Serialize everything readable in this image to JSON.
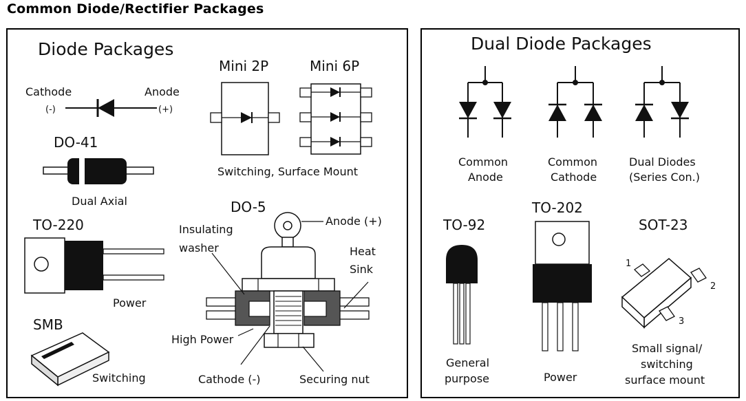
{
  "title": "Common Diode/Rectifier Packages",
  "left_panel": {
    "heading": "Diode Packages",
    "symbol": {
      "cathode": "Cathode",
      "cathode_sign": "(-)",
      "anode": "Anode",
      "anode_sign": "(+)"
    },
    "do41": {
      "name": "DO-41",
      "caption": "Dual Axial"
    },
    "to220": {
      "name": "TO-220",
      "caption": "Power"
    },
    "smb": {
      "name": "SMB",
      "caption": "Switching"
    },
    "mini2p": {
      "name": "Mini 2P"
    },
    "mini6p": {
      "name": "Mini 6P"
    },
    "mini_caption": "Switching, Surface Mount",
    "do5": {
      "name": "DO-5",
      "anode": "Anode (+)",
      "insulating": "Insulating",
      "washer": "washer",
      "heat": "Heat",
      "sink": "Sink",
      "high_power": "High Power",
      "cathode": "Cathode (-)",
      "nut": "Securing nut"
    }
  },
  "right_panel": {
    "heading": "Dual Diode Packages",
    "common_anode": [
      "Common",
      "Anode"
    ],
    "common_cathode": [
      "Common",
      "Cathode"
    ],
    "dual_series": [
      "Dual Diodes",
      "(Series Con.)"
    ],
    "to92": {
      "name": "TO-92",
      "caption": [
        "General",
        "purpose"
      ]
    },
    "to202": {
      "name": "TO-202",
      "caption": "Power"
    },
    "sot23": {
      "name": "SOT-23",
      "pins": [
        "1",
        "2",
        "3"
      ],
      "caption": [
        "Small signal/",
        "switching",
        "surface mount"
      ]
    }
  }
}
